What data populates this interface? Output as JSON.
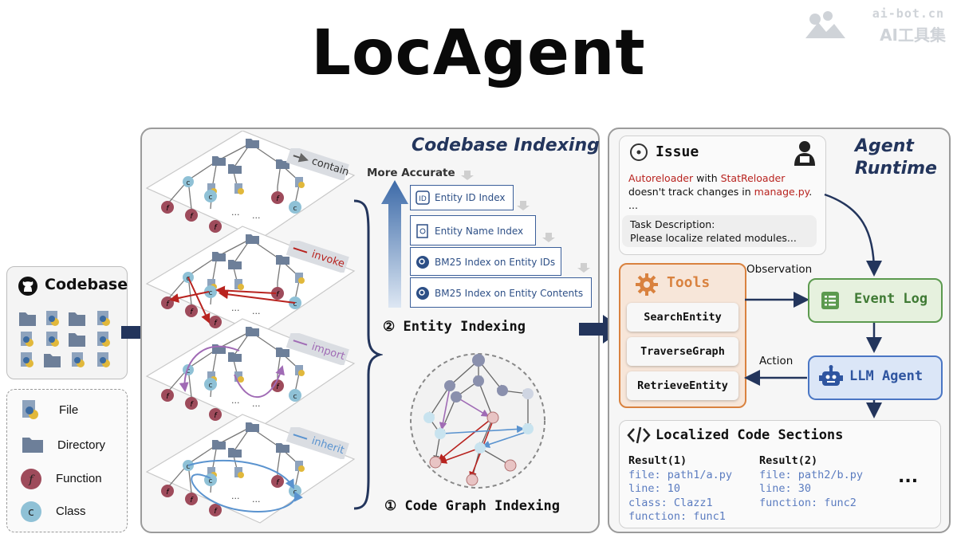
{
  "title": "LocAgent",
  "watermark": {
    "line1": "ai-bot.cn",
    "line2": "AI工具集"
  },
  "codebase": {
    "label": "Codebase",
    "legend": [
      {
        "label": "File",
        "icon": "file-icon"
      },
      {
        "label": "Directory",
        "icon": "folder-icon"
      },
      {
        "label": "Function",
        "symbol": "f",
        "color": "#9e4b5b"
      },
      {
        "label": "Class",
        "symbol": "c",
        "color": "#8fc1d6"
      }
    ]
  },
  "indexing": {
    "title": "Codebase Indexing",
    "layers": [
      {
        "label": "contain",
        "color": "#555555"
      },
      {
        "label": "invoke",
        "color": "#b8231f"
      },
      {
        "label": "import",
        "color": "#a06bb5"
      },
      {
        "label": "inherit",
        "color": "#5a93cf"
      }
    ],
    "more_accurate": "More Accurate",
    "indexes": [
      "Entity ID Index",
      "Entity Name Index",
      "BM25 Index on Entity IDs",
      "BM25 Index on Entity Contents"
    ],
    "entity_indexing": "② Entity Indexing",
    "graph_indexing": "① Code Graph Indexing"
  },
  "runtime": {
    "title_line1": "Agent",
    "title_line2": "Runtime",
    "issue": {
      "heading": "Issue",
      "line1_parts": [
        "Autoreloader",
        " with ",
        "StatReloader"
      ],
      "line2_parts": [
        "doesn't track changes in ",
        "manage.py",
        "."
      ],
      "ellipsis": "...",
      "task_label": "Task Description:",
      "task_text": "Please localize related modules..."
    },
    "tools": {
      "heading": "Tools",
      "items": [
        "SearchEntity",
        "TraverseGraph",
        "RetrieveEntity"
      ]
    },
    "observation": "Observation",
    "action": "Action",
    "event_log": "Event Log",
    "llm_agent": "LLM Agent",
    "localized": {
      "heading": "Localized Code Sections",
      "results": [
        {
          "title": "Result(1)",
          "lines": [
            "file: path1/a.py",
            "line: 10",
            "class: Clazz1",
            "function: func1"
          ]
        },
        {
          "title": "Result(2)",
          "lines": [
            "file: path2/b.py",
            "line: 30",
            "function: func2"
          ]
        }
      ],
      "more": "..."
    }
  },
  "colors": {
    "accent": "#23355c",
    "tools": "#d9823f",
    "event_log": "#5c9a4f",
    "llm": "#4a76c4",
    "highlight": "#b8231f"
  }
}
